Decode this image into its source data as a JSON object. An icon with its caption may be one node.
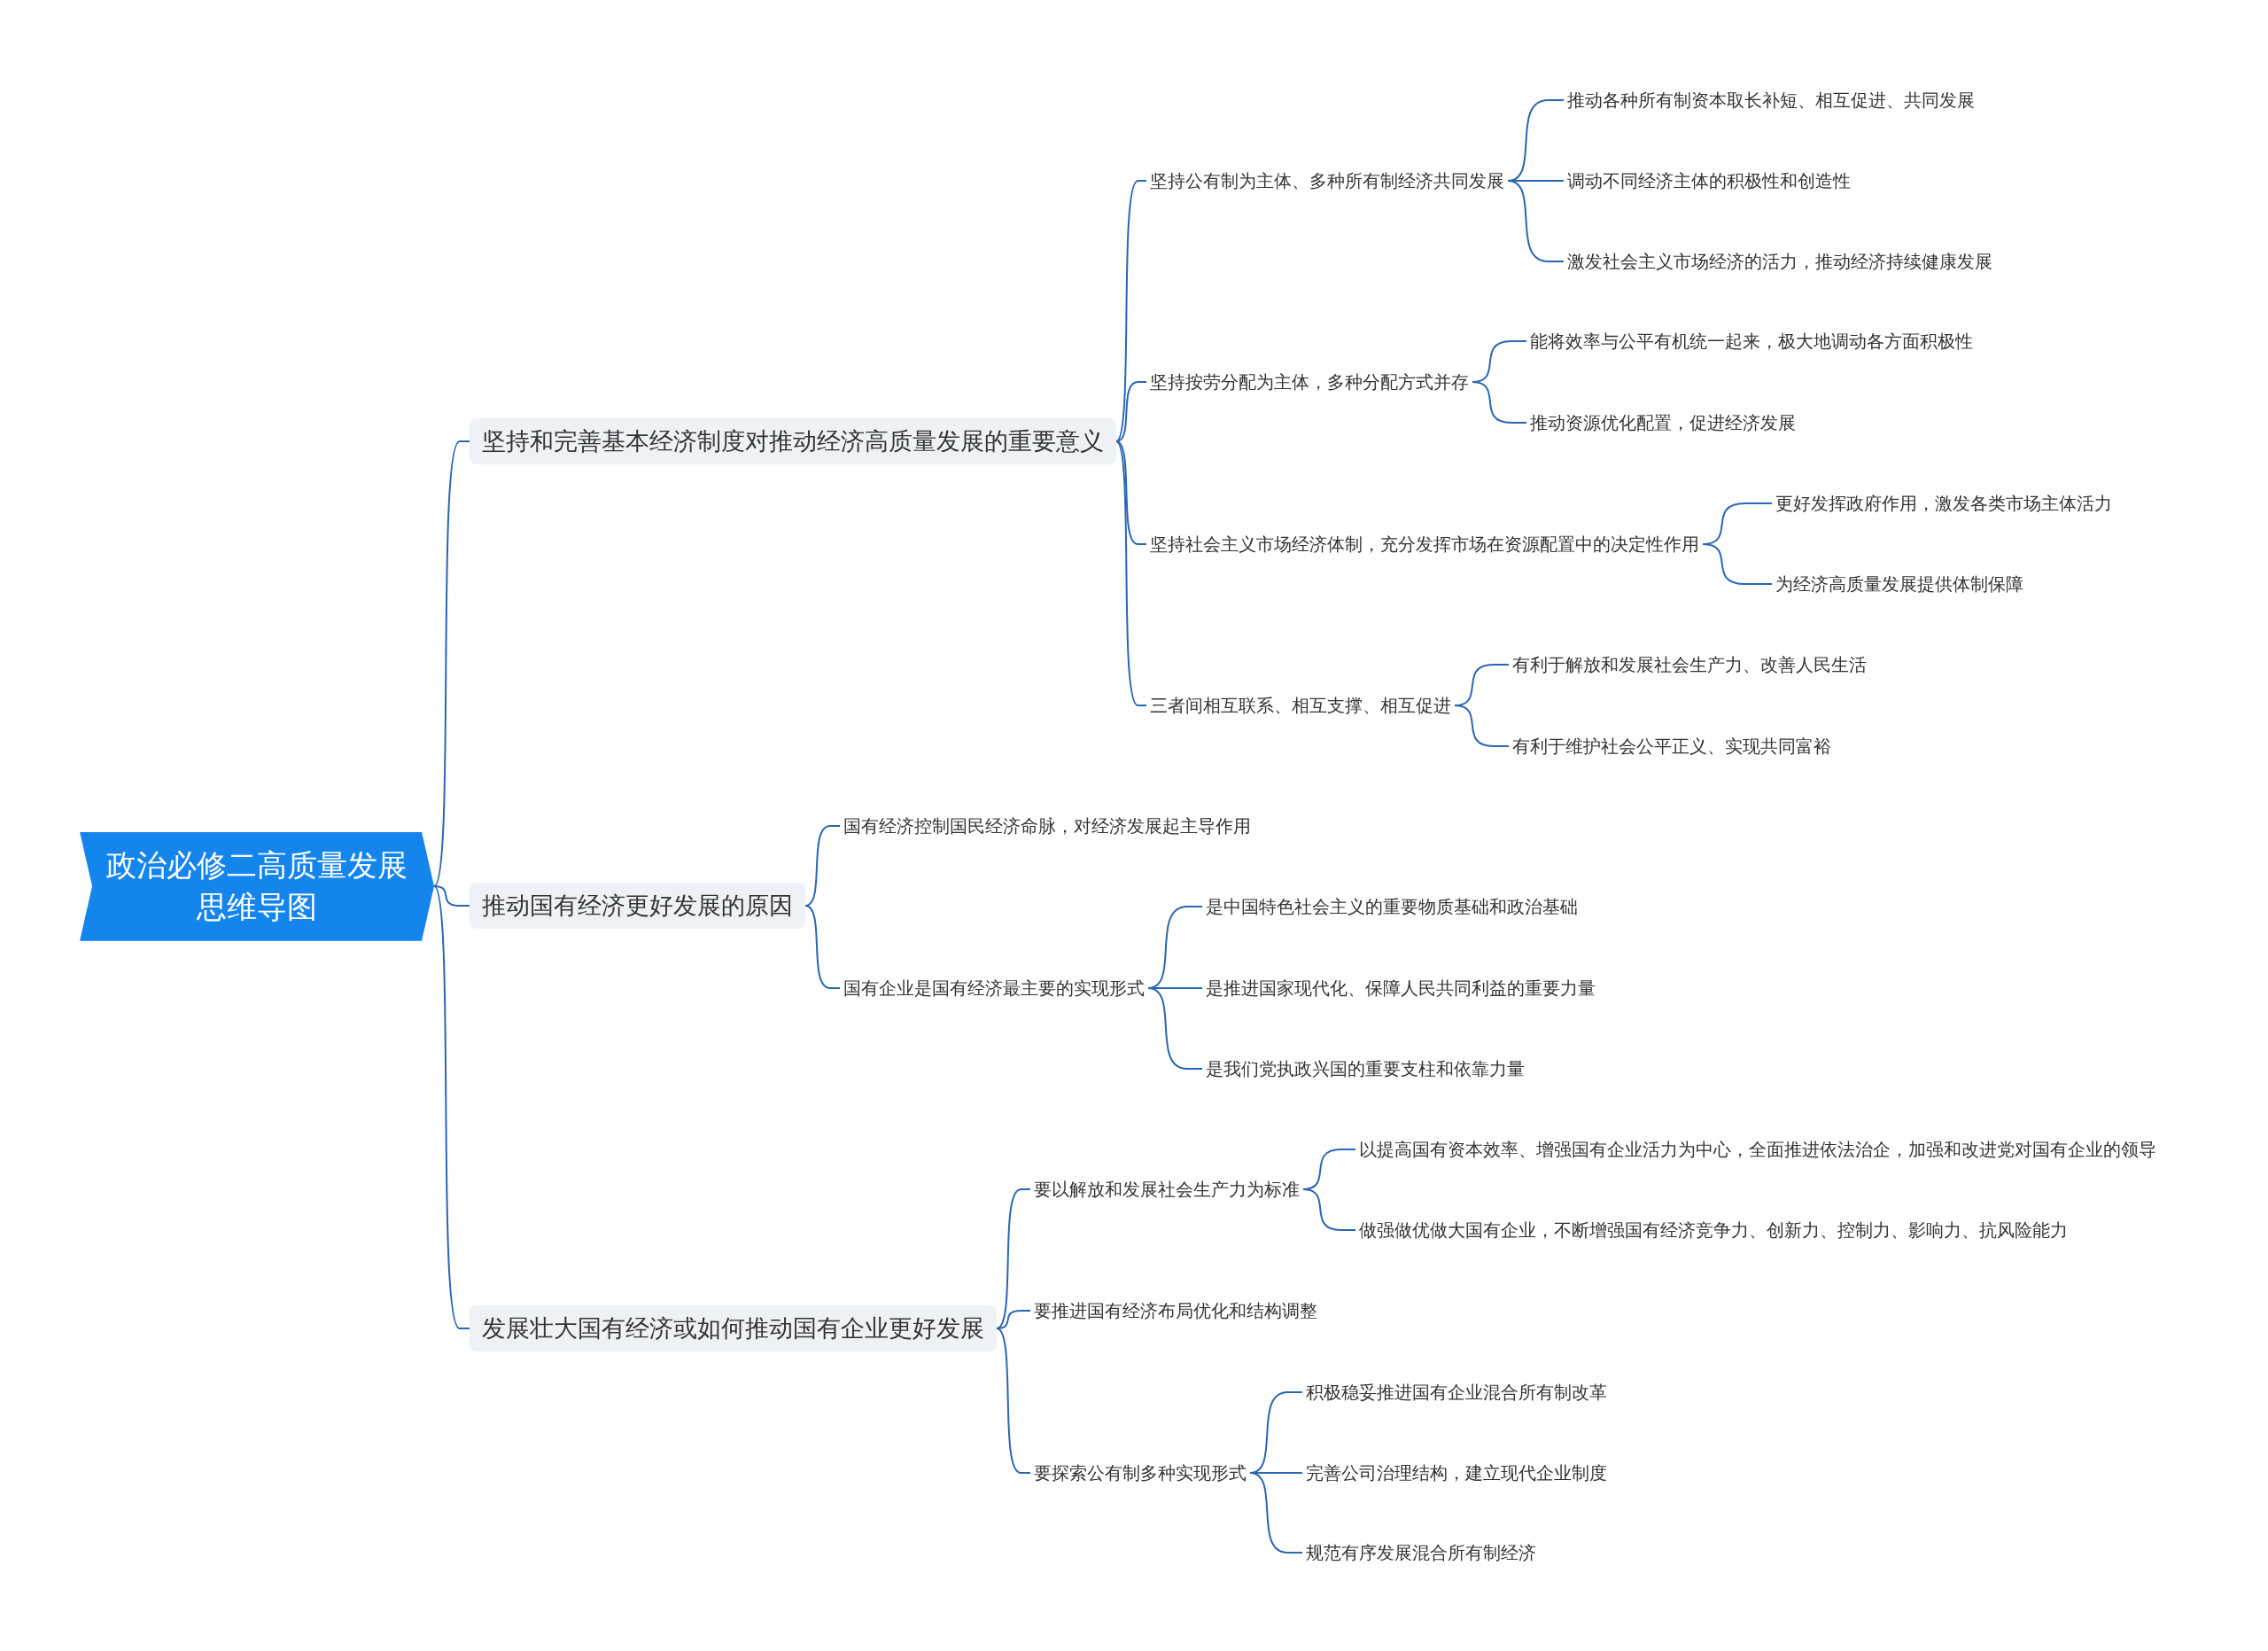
{
  "diagram": {
    "nodes": [
      {
        "text": [
          "政治必修二高质量发展思维导图"
        ]
      },
      {
        "text": [
          "坚持和完善基本经济制度对推动经济高质量发展的重要意义"
        ]
      },
      {
        "text": [
          "坚持公有制为主体、多种所有制经济共同发展"
        ]
      },
      {
        "text": [
          "推动各种所有制资本取长补短、相互促进、共同发展"
        ]
      },
      {
        "text": [
          "调动不同经济主体的积极性和创造性"
        ]
      },
      {
        "text": [
          "激发社会主义市场经济的活力，推动经济持续健康发展"
        ]
      },
      {
        "text": [
          "坚持按劳分配为主体，多种分配方式并存"
        ]
      },
      {
        "text": [
          "能将效率与公平有机统一起来，极大地调动各方面积极性"
        ]
      },
      {
        "text": [
          "推动资源优化配置，促进经济发展"
        ]
      },
      {
        "text": [
          "坚持社会主义市场经济体制，充分发挥市场在资源配置中的决定性作用"
        ]
      },
      {
        "text": [
          "更好发挥政府作用，激发各类市场主体活力"
        ]
      },
      {
        "text": [
          "为经济高质量发展提供体制保障"
        ]
      },
      {
        "text": [
          "三者间相互联系、相互支撑、相互促进"
        ]
      },
      {
        "text": [
          "有利于解放和发展社会生产力、改善人民生活"
        ]
      },
      {
        "text": [
          "有利于维护社会公平正义、实现共同富裕"
        ]
      },
      {
        "text": [
          "推动国有经济更好发展的原因"
        ]
      },
      {
        "text": [
          "国有经济控制国民经济命脉，对经济发展起主导作用"
        ]
      },
      {
        "text": [
          "国有企业是国有经济最主要的实现形式"
        ]
      },
      {
        "text": [
          "是中国特色社会主义的重要物质基础和政治基础"
        ]
      },
      {
        "text": [
          "是推进国家现代化、保障人民共同利益的重要力量"
        ]
      },
      {
        "text": [
          "是我们党执政兴国的重要支柱和依靠力量"
        ]
      },
      {
        "text": [
          "发展壮大国有经济或如何推动国有企业更好发展"
        ]
      },
      {
        "text": [
          "要以解放和发展社会生产力为标准"
        ]
      },
      {
        "text": [
          "以提高国有资本效率、增强国有企业活力为中心，全面推进依法治企，加强和改进党对国有企业的领导"
        ]
      },
      {
        "text": [
          "做强做优做大国有企业，不断增强国有经济竞争力、创新力、控制力、影响力、抗风险能力"
        ]
      },
      {
        "text": [
          "要推进国有经济布局优化和结构调整"
        ]
      },
      {
        "text": [
          "要探索公有制多种实现形式"
        ]
      },
      {
        "text": [
          "积极稳妥推进国有企业混合所有制改革"
        ]
      },
      {
        "text": [
          "完善公司治理结构，建立现代企业制度"
        ]
      },
      {
        "text": [
          "规范有序发展混合所有制经济"
        ]
      }
    ],
    "edges": [
      {
        "from": 0,
        "to": 1,
        "arrow": "none"
      },
      {
        "from": 1,
        "to": 2,
        "arrow": "none"
      },
      {
        "from": 2,
        "to": 3,
        "arrow": "none"
      },
      {
        "from": 2,
        "to": 4,
        "arrow": "none"
      },
      {
        "from": 2,
        "to": 5,
        "arrow": "none"
      },
      {
        "from": 1,
        "to": 6,
        "arrow": "none"
      },
      {
        "from": 6,
        "to": 7,
        "arrow": "none"
      },
      {
        "from": 6,
        "to": 8,
        "arrow": "none"
      },
      {
        "from": 1,
        "to": 9,
        "arrow": "none"
      },
      {
        "from": 9,
        "to": 10,
        "arrow": "none"
      },
      {
        "from": 9,
        "to": 11,
        "arrow": "none"
      },
      {
        "from": 1,
        "to": 12,
        "arrow": "none"
      },
      {
        "from": 12,
        "to": 13,
        "arrow": "none"
      },
      {
        "from": 12,
        "to": 14,
        "arrow": "none"
      },
      {
        "from": 0,
        "to": 15,
        "arrow": "none"
      },
      {
        "from": 15,
        "to": 16,
        "arrow": "none"
      },
      {
        "from": 15,
        "to": 17,
        "arrow": "none"
      },
      {
        "from": 17,
        "to": 18,
        "arrow": "none"
      },
      {
        "from": 17,
        "to": 19,
        "arrow": "none"
      },
      {
        "from": 17,
        "to": 20,
        "arrow": "none"
      },
      {
        "from": 0,
        "to": 21,
        "arrow": "none"
      },
      {
        "from": 21,
        "to": 22,
        "arrow": "none"
      },
      {
        "from": 22,
        "to": 23,
        "arrow": "none"
      },
      {
        "from": 22,
        "to": 24,
        "arrow": "none"
      },
      {
        "from": 21,
        "to": 25,
        "arrow": "none"
      },
      {
        "from": 21,
        "to": 26,
        "arrow": "none"
      },
      {
        "from": 26,
        "to": 27,
        "arrow": "none"
      },
      {
        "from": 26,
        "to": 28,
        "arrow": "none"
      },
      {
        "from": 26,
        "to": 29,
        "arrow": "none"
      }
    ]
  }
}
